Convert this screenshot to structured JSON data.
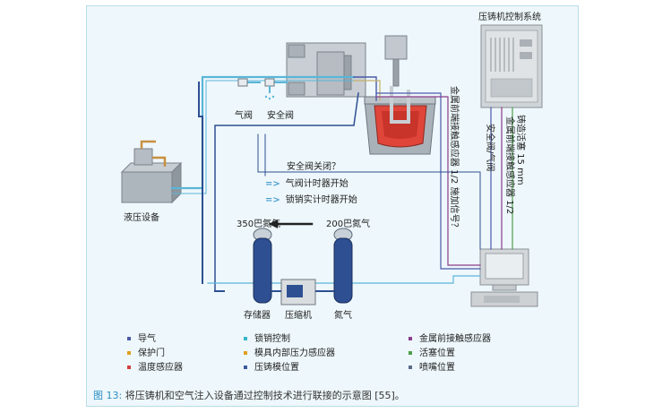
{
  "title": "压铸机控制系统",
  "labels": {
    "hydraulic": "液压设备",
    "gas_valve": "气阀",
    "safety_valve": "安全阀",
    "reservoir": "存储器",
    "compressor": "压缩机",
    "nitrogen": "氮气",
    "n2_350": "350巴氮气",
    "n2_200": "200巴氮气"
  },
  "steps": [
    {
      "arrow": "",
      "text": "安全阀关闭？"
    },
    {
      "arrow": "=>",
      "text": "气阀计时器开始"
    },
    {
      "arrow": "=>",
      "text": "锁销实计时器开始"
    }
  ],
  "vertical_labels": [
    "金属前端接触感应器 1/2 施加信号？",
    "安全阀/气阀",
    "金属前端接触感应器 1/2",
    "铸造活塞 15 mm"
  ],
  "legend": [
    {
      "text": "导气",
      "color": "#4a5aa8"
    },
    {
      "text": "保护门",
      "color": "#e0a020"
    },
    {
      "text": "温度感应器",
      "color": "#d04040"
    },
    {
      "text": "锁销控制",
      "color": "#35b5c8"
    },
    {
      "text": "模具内部压力感应器",
      "color": "#e0a020"
    },
    {
      "text": "压铸模位置",
      "color": "#3a5aa0"
    },
    {
      "text": "金属前接触感应器",
      "color": "#8a3c8a"
    },
    {
      "text": "活塞位置",
      "color": "#4aa04a"
    },
    {
      "text": "喷嘴位置",
      "color": "#5a6a8a"
    }
  ],
  "caption": {
    "figure": "图 13:",
    "text": "将压铸机和空气注入设备通过控制技术进行联接的示意图 [55]。"
  },
  "colors": {
    "gas": "#4a5aa8",
    "lock": "#5ab6d8",
    "metal_sensor": "#8a3c8a",
    "piston": "#4aa04a",
    "red_metal": "#e0453a",
    "cylinder": "#2e4f92"
  }
}
